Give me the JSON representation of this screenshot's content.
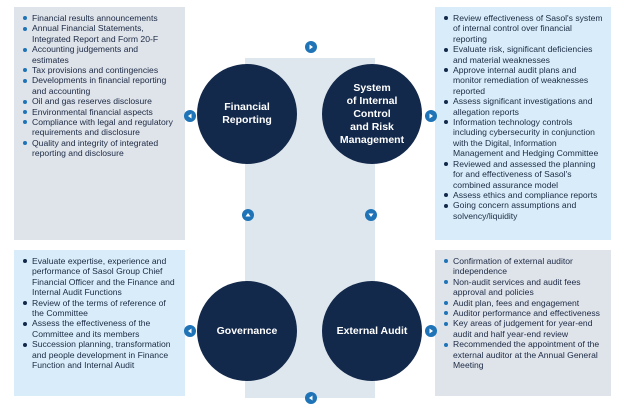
{
  "colors": {
    "circle_fill": "#13294b",
    "arrow_fill": "#1f73b7",
    "panel_grey": "#dfe3ea",
    "panel_blue": "#d8edf9",
    "center_band": "#dfe7ee",
    "bullet_blue": "#1f73b7",
    "bullet_navy": "#13294b"
  },
  "circles": {
    "financial_reporting": [
      "Financial",
      "Reporting"
    ],
    "system_internal_control": [
      "System",
      "of Internal",
      "Control",
      "and Risk",
      "Management"
    ],
    "governance": [
      "Governance"
    ],
    "external_audit": [
      "External Audit"
    ]
  },
  "panels": {
    "financial_reporting": [
      "Financial results announcements",
      "Annual Financial Statements, Integrated Report and Form 20-F",
      "Accounting judgements and estimates",
      "Tax provisions and contingencies",
      "Developments in financial reporting and accounting",
      "Oil and gas reserves disclosure",
      "Environmental financial aspects",
      "Compliance with legal and regulatory requirements and disclosure",
      "Quality and integrity of integrated reporting and disclosure"
    ],
    "internal_control": [
      "Review effectiveness of Sasol's system of internal control over financial reporting",
      "Evaluate risk, significant deficiencies and material weaknesses",
      "Approve internal audit plans and monitor remediation of weaknesses reported",
      "Assess significant investigations and allegation reports",
      "Information technology controls including cybersecurity in conjunction with the Digital, Information Management and Hedging Committee",
      "Reviewed and assessed the planning for and effectiveness of Sasol's combined assurance model",
      "Assess ethics and compliance reports",
      "Going concern assumptions and solvency/liquidity"
    ],
    "governance": [
      "Evaluate expertise, experience and performance of Sasol Group Chief Financial Officer and the Finance and Internal Audit Functions",
      "Review of the terms of reference of the Committee",
      "Assess the effectiveness of the Committee and its members",
      "Succession planning, transformation and people development in Finance Function and Internal Audit"
    ],
    "external_audit": [
      "Confirmation of external auditor independence",
      "Non-audit services and audit fees approval and policies",
      "Audit plan, fees and engagement",
      "Auditor performance and effectiveness",
      "Key areas of judgement for year-end audit and half year-end review",
      "Recommended the appointment of the external auditor at the Annual General Meeting"
    ]
  },
  "arrows": {
    "top": "right-arrow-icon",
    "financial_reporting": "left-arrow-icon",
    "internal_control": "right-arrow-icon",
    "governance_up": "up-arrow-icon",
    "internal_control_down": "down-arrow-icon",
    "governance": "left-arrow-icon",
    "external_audit": "right-arrow-icon",
    "bottom": "left-arrow-icon"
  }
}
